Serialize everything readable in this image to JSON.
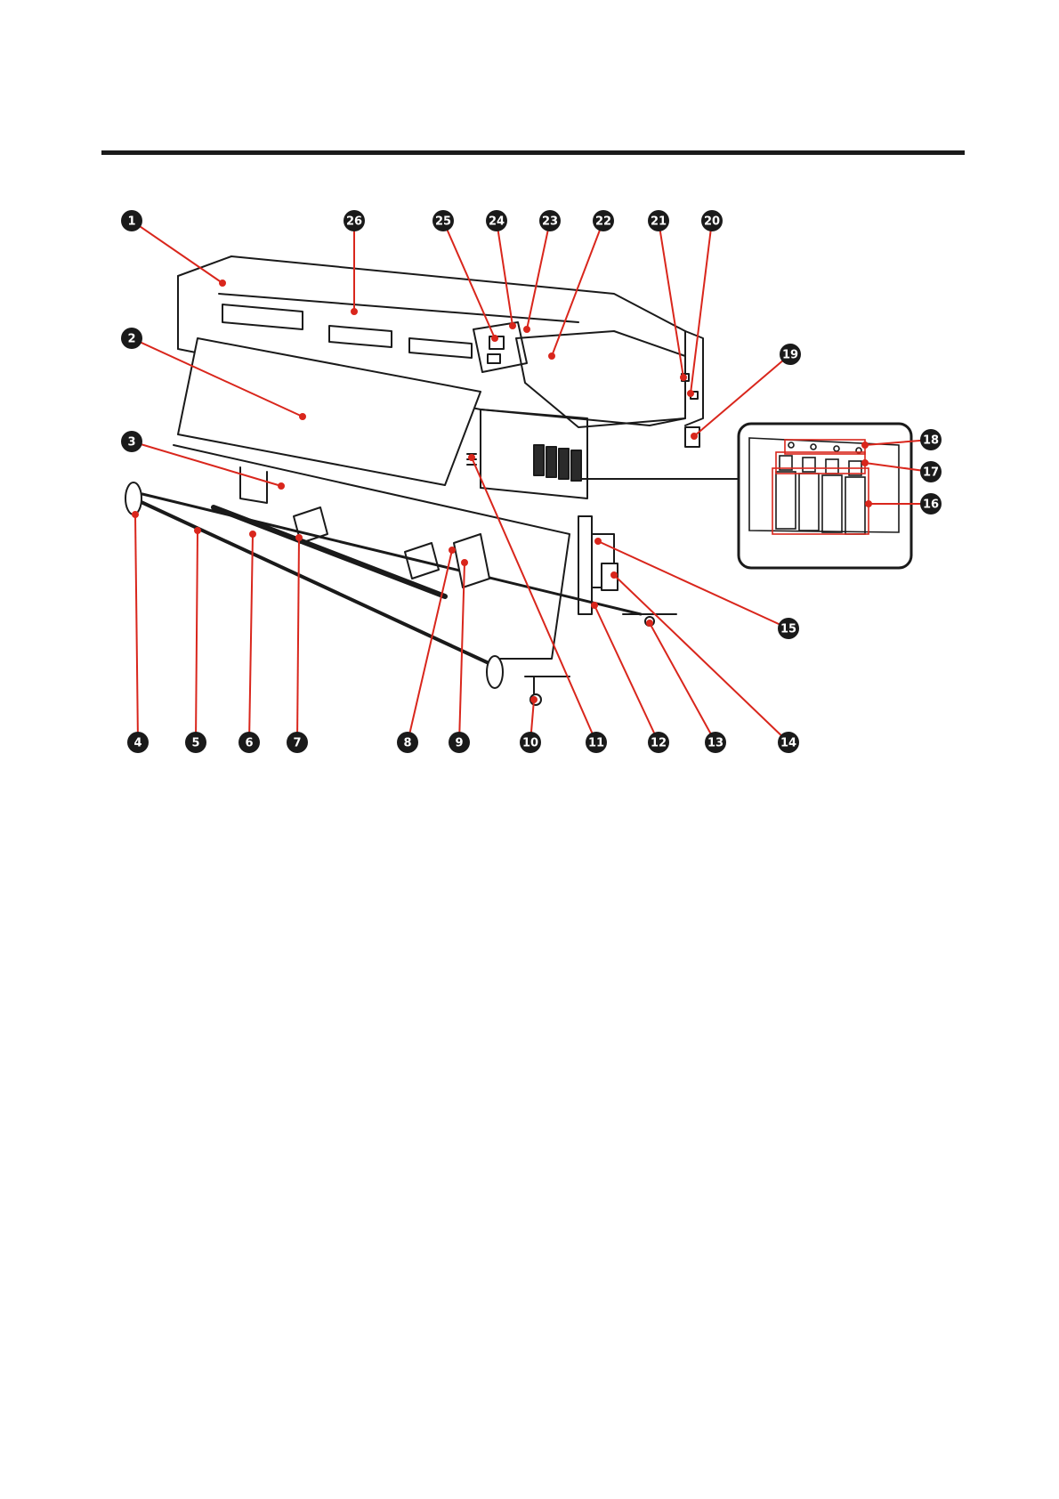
{
  "colors": {
    "callout_line": "#d9261c",
    "badge_fill": "#1a1a1a",
    "badge_text": "#ffffff",
    "rule": "#1a1a1a"
  },
  "callouts": [
    "1",
    "2",
    "3",
    "4",
    "5",
    "6",
    "7",
    "8",
    "9",
    "10",
    "11",
    "12",
    "13",
    "14",
    "15",
    "16",
    "17",
    "18",
    "19",
    "20",
    "21",
    "22",
    "23",
    "24",
    "25",
    "26"
  ]
}
